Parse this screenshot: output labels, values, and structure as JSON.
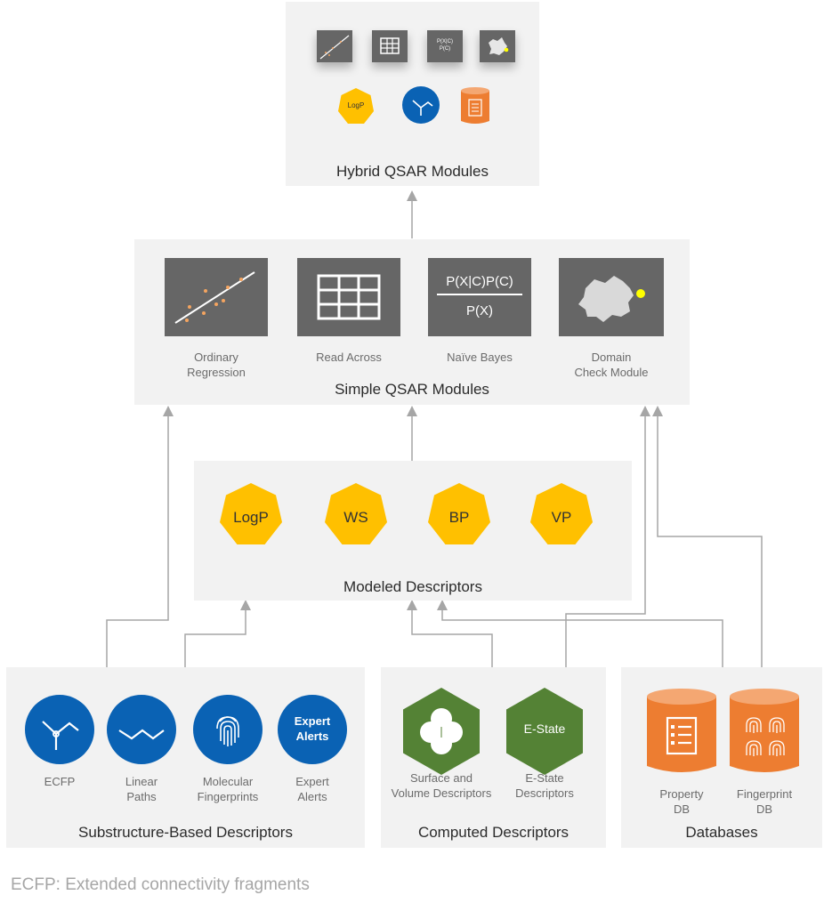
{
  "hybrid": {
    "title": "Hybrid QSAR Modules",
    "naive_bayes_mini": "P(X|C)\nP(C)",
    "logp_mini": "LogP"
  },
  "simple": {
    "title": "Simple QSAR Modules",
    "modules": [
      {
        "label": "Ordinary\nRegression"
      },
      {
        "label": "Read Across"
      },
      {
        "label": "Naïve Bayes",
        "numerator": "P(X|C)P(C)",
        "denominator": "P(X)"
      },
      {
        "label": "Domain\nCheck Module"
      }
    ]
  },
  "modeled": {
    "title": "Modeled Descriptors",
    "items": [
      "LogP",
      "WS",
      "BP",
      "VP"
    ]
  },
  "substructure": {
    "title": "Substructure-Based Descriptors",
    "items": [
      {
        "label": "ECFP"
      },
      {
        "label": "Linear\nPaths"
      },
      {
        "label": "Molecular\nFingerprints"
      },
      {
        "label": "Expert\nAlerts",
        "icon_text": "Expert\nAlerts"
      }
    ]
  },
  "computed": {
    "title": "Computed Descriptors",
    "items": [
      {
        "label": "Surface and\nVolume Descriptors"
      },
      {
        "label": "E-State\nDescriptors",
        "icon_text": "E-State"
      }
    ]
  },
  "databases": {
    "title": "Databases",
    "items": [
      {
        "label": "Property\nDB"
      },
      {
        "label": "Fingerprint\nDB"
      }
    ]
  },
  "footnote": "ECFP: Extended connectivity fragments",
  "colors": {
    "panel": "#f2f2f2",
    "tile": "#666666",
    "heptagon": "#ffc000",
    "blue": "#0a62b4",
    "green": "#548235",
    "orange": "#ed7d31",
    "arrow": "#a6a6a6"
  }
}
